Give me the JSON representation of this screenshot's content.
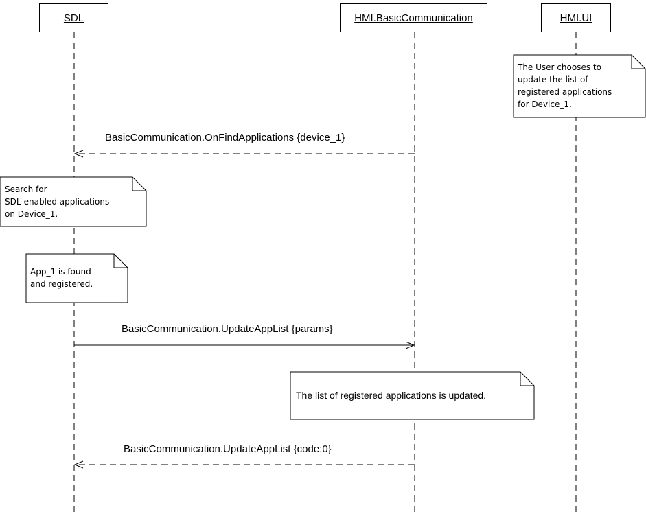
{
  "participants": {
    "sdl": "SDL",
    "basic_communication": "HMI.BasicCommunication",
    "ui": "HMI.UI"
  },
  "notes": {
    "user_chooses": "The User chooses to\nupdate the list of\nregistered applications\nfor Device_1.",
    "search": "Search for\nSDL-enabled applications\non Device_1.",
    "app_found": "App_1 is found\nand registered.",
    "list_updated": "The list of registered applications is updated."
  },
  "messages": {
    "on_find_applications": "BasicCommunication.OnFindApplications {device_1}",
    "update_app_list_request": "BasicCommunication.UpdateAppList {params}",
    "update_app_list_response": "BasicCommunication.UpdateAppList {code:0}"
  }
}
